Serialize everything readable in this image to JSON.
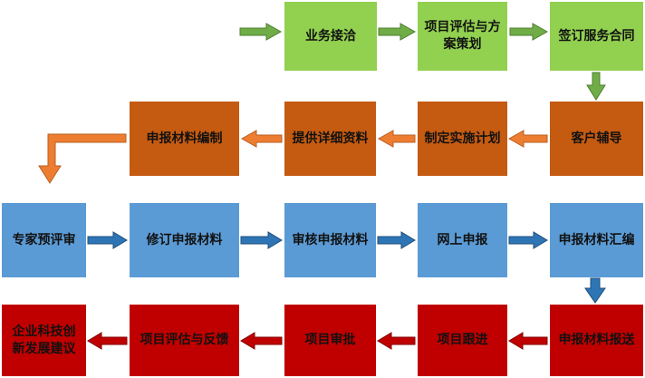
{
  "colors": {
    "green": "#92d050",
    "orange": "#c55a11",
    "blue": "#5b9bd5",
    "red": "#c00000",
    "green_arrow": "#70ad47",
    "orange_arrow": "#ed7d31",
    "blue_arrow": "#2e75b6",
    "red_arrow": "#c00000"
  },
  "row1": {
    "b1": "业务接洽",
    "b2": "项目评估与方案策划",
    "b3": "签订服务合同"
  },
  "row2": {
    "b1": "申报材料编制",
    "b2": "提供详细资料",
    "b3": "制定实施计划",
    "b4": "客户辅导"
  },
  "row3": {
    "b1": "专家预评审",
    "b2": "修订申报材料",
    "b3": "审核申报材料",
    "b4": "网上申报",
    "b5": "申报材料汇编"
  },
  "row4": {
    "b1": "企业科技创新发展建议",
    "b2": "项目评估与反馈",
    "b3": "项目审批",
    "b4": "项目跟进",
    "b5": "申报材料报送"
  }
}
